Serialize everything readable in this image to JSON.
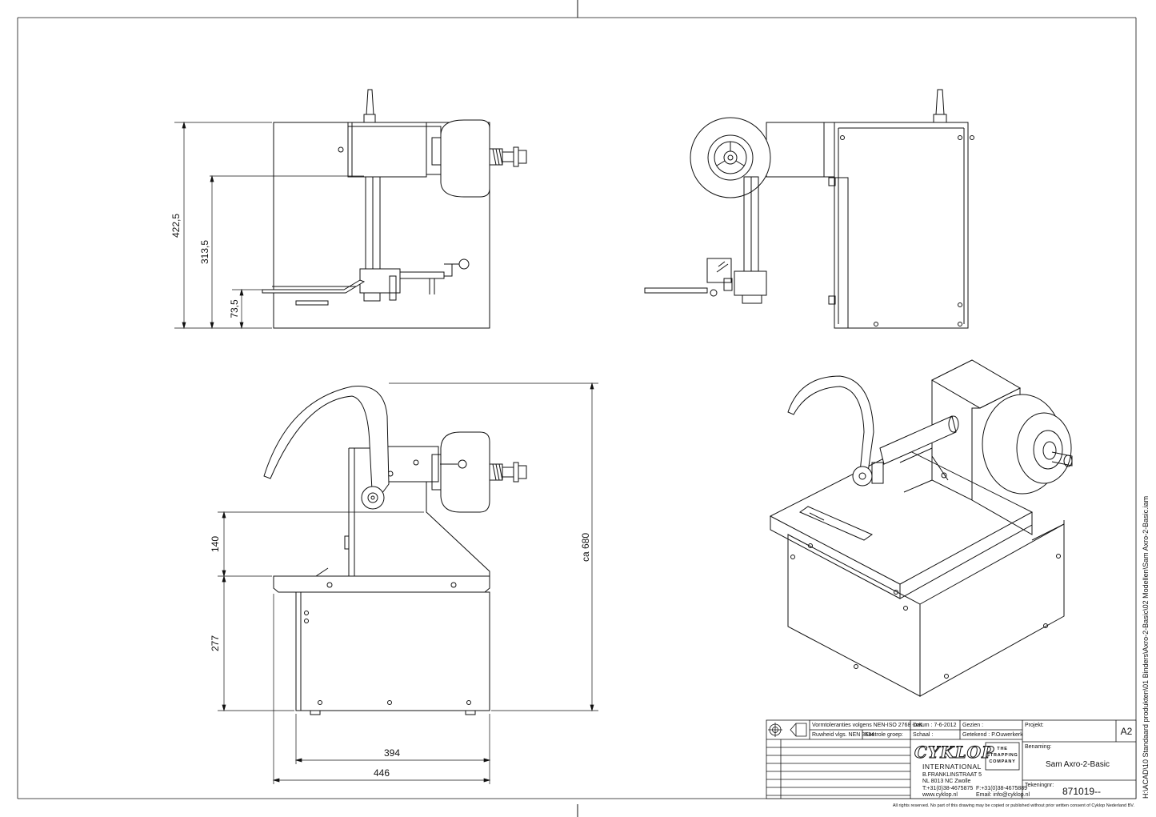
{
  "dimensions": {
    "front_height": "422,5",
    "front_axis_height": "313,5",
    "front_table_height": "73,5",
    "side_arm_height": "140",
    "side_base_height": "277",
    "side_total_height": "ca 680",
    "base_width": "394",
    "overall_width": "446"
  },
  "title_block": {
    "tolerances": "Vormtoleranties volgens NEN-ISO 2768 -mK",
    "roughness": "Ruwheid vlgs. NEN 3634",
    "control_group": "Kontrole groep:",
    "date": "Datum : 7-6-2012",
    "seen": "Gezien :",
    "scale": "Schaal :",
    "drawn_by": "Getekend : P.Ouwerkerk",
    "project_label": "Projekt:",
    "sheet_size": "A2",
    "name_label": "Benaming:",
    "name_value": "Sam Axro-2-Basic",
    "drawing_no_label": "Tekeningnr:",
    "drawing_no": "871019--",
    "company": {
      "logo": "CYKLOP",
      "international": "INTERNATIONAL",
      "tagline_1": "THE",
      "tagline_2": "STRAPPING",
      "tagline_3": "COMPANY",
      "address": "B.FRANKLINSTRAAT 5",
      "city": "NL  8013 NC   Zwolle",
      "phone": "T:+31(0)38-4675875",
      "fax": "F:+31(0)38-4675889",
      "web": "www.cyklop.nl",
      "email": "Email: info@cyklop.nl"
    }
  },
  "file_path": "H:\\ACAD\\10 Standaard produkten\\01 Binders\\Axro-2-Basic\\02 Modellen\\Sam Axro-2-Basic.iam",
  "copyright": "All rights reserved. No part of this drawing may be copied or published without prior written consent of Cyklop Nederland BV."
}
